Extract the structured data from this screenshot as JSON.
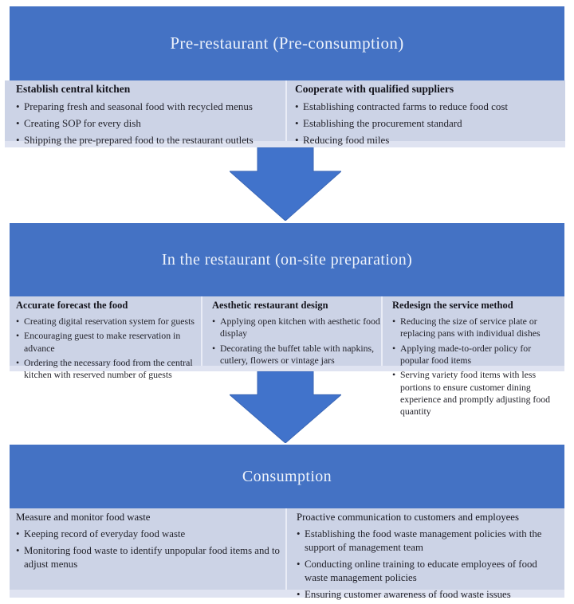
{
  "figure": {
    "type": "process-flow-diagram",
    "topic": "Restaurant food waste management strategies across three stages"
  },
  "colors": {
    "banner": "#4472c4",
    "panel": "#ccd3e6",
    "panel_light": "#dfe3f1",
    "arrow": "#4173cb",
    "title_text": "#eef3fb",
    "heading_text": "#15151d",
    "body_text": "#23232b"
  },
  "sections": [
    {
      "title": "Pre-restaurant (Pre-consumption)",
      "columns": [
        {
          "heading": "Establish central kitchen",
          "bullets": [
            "Preparing fresh and seasonal food with recycled menus",
            "Creating SOP for every dish",
            "Shipping the pre-prepared food to the restaurant outlets"
          ]
        },
        {
          "heading": "Cooperate with qualified suppliers",
          "bullets": [
            "Establishing contracted farms to reduce food cost",
            "Establishing the procurement standard",
            "Reducing food miles"
          ]
        }
      ]
    },
    {
      "title": "In the restaurant (on-site preparation)",
      "columns": [
        {
          "heading": "Accurate forecast the food",
          "bullets": [
            "Creating digital reservation system for guests",
            "Encouraging guest to make reservation in advance",
            "Ordering the necessary food from the central kitchen with reserved number of guests"
          ]
        },
        {
          "heading": "Aesthetic restaurant design",
          "bullets": [
            "Applying open kitchen with aesthetic food display",
            "Decorating the buffet table with napkins, cutlery, flowers or vintage jars"
          ]
        },
        {
          "heading": "Redesign the service method",
          "bullets": [
            "Reducing the size of service plate or replacing pans with individual dishes",
            "Applying made-to-order policy for popular food items",
            "Serving variety food items with less portions to ensure customer dining experience and promptly adjusting food quantity"
          ]
        }
      ]
    },
    {
      "title": "Consumption",
      "columns": [
        {
          "heading": "Measure and monitor food waste",
          "bullets": [
            "Keeping record of everyday food waste",
            "Monitoring food waste to identify unpopular food items and to adjust menus"
          ]
        },
        {
          "heading": "Proactive communication to customers and employees",
          "bullets": [
            "Establishing the food waste management policies with the support of management team",
            "Conducting online training to educate employees of food waste management policies",
            "Ensuring customer awareness of food waste issues"
          ]
        }
      ]
    }
  ]
}
